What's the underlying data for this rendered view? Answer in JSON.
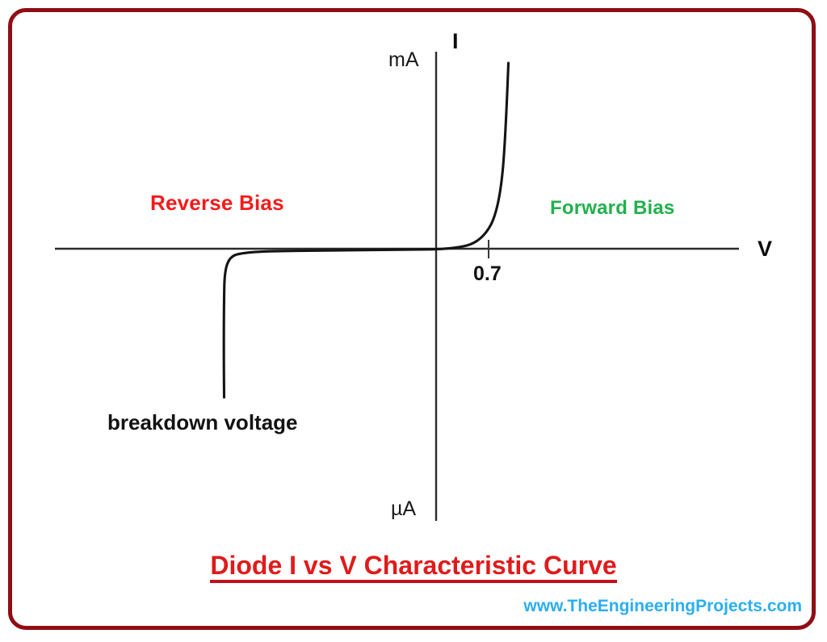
{
  "figure": {
    "title": "Diode I vs V Characteristic Curve",
    "source_url": "www.TheEngineeringProjects.com",
    "frame_color": "#8F0D14",
    "background": "#ffffff"
  },
  "axes": {
    "y_axis_name": "I",
    "x_axis_name": "V",
    "y_top_unit": "mA",
    "y_bottom_unit": "µA",
    "axis_color": "#262626"
  },
  "annotations": {
    "reverse_bias": {
      "label": "Reverse Bias",
      "color": "#F41B1B"
    },
    "forward_bias": {
      "label": "Forward Bias",
      "color": "#21B14C"
    },
    "knee_voltage": {
      "label": "0.7",
      "color": "#121212"
    },
    "breakdown_voltage": {
      "label": "breakdown voltage",
      "color": "#121212"
    }
  },
  "chart_data": {
    "type": "line",
    "title": "Diode I vs V Characteristic Curve",
    "xlabel": "V",
    "ylabel": "I",
    "grid": false,
    "legend": null,
    "axis_units": {
      "y_positive": "mA",
      "y_negative": "µA",
      "x": "V"
    },
    "xlim": [
      -6,
      4
    ],
    "ylim": [
      -5,
      6
    ],
    "annotations": [
      {
        "text": "Reverse Bias",
        "x": -3.3,
        "y": 1.1,
        "color": "#F41B1B"
      },
      {
        "text": "Forward Bias",
        "x": 2.2,
        "y": 1.0,
        "color": "#21B14C"
      },
      {
        "text": "0.7",
        "x": 0.7,
        "y": -0.45,
        "color": "#121212"
      },
      {
        "text": "breakdown voltage",
        "x": -3.4,
        "y": -3.2,
        "color": "#121212"
      }
    ],
    "tick_marks": [
      {
        "axis": "x",
        "value": 0.7,
        "label": "0.7"
      }
    ],
    "series": [
      {
        "name": "Diode I-V characteristic",
        "color": "#1a1a1a",
        "points": [
          {
            "x": -4.75,
            "y": -4.05
          },
          {
            "x": -4.74,
            "y": -2.4
          },
          {
            "x": -4.72,
            "y": -1.3
          },
          {
            "x": -4.67,
            "y": -0.7
          },
          {
            "x": -4.55,
            "y": -0.33
          },
          {
            "x": -4.35,
            "y": -0.16
          },
          {
            "x": -4.0,
            "y": -0.1
          },
          {
            "x": -3.2,
            "y": -0.08
          },
          {
            "x": -2.0,
            "y": -0.07
          },
          {
            "x": -1.0,
            "y": -0.05
          },
          {
            "x": -0.3,
            "y": -0.03
          },
          {
            "x": 0.0,
            "y": 0.0
          },
          {
            "x": 0.3,
            "y": 0.04
          },
          {
            "x": 0.55,
            "y": 0.15
          },
          {
            "x": 0.7,
            "y": 0.45
          },
          {
            "x": 0.8,
            "y": 1.1
          },
          {
            "x": 0.88,
            "y": 2.1
          },
          {
            "x": 0.95,
            "y": 3.3
          },
          {
            "x": 1.03,
            "y": 4.6
          },
          {
            "x": 1.12,
            "y": 5.6
          }
        ]
      }
    ]
  }
}
